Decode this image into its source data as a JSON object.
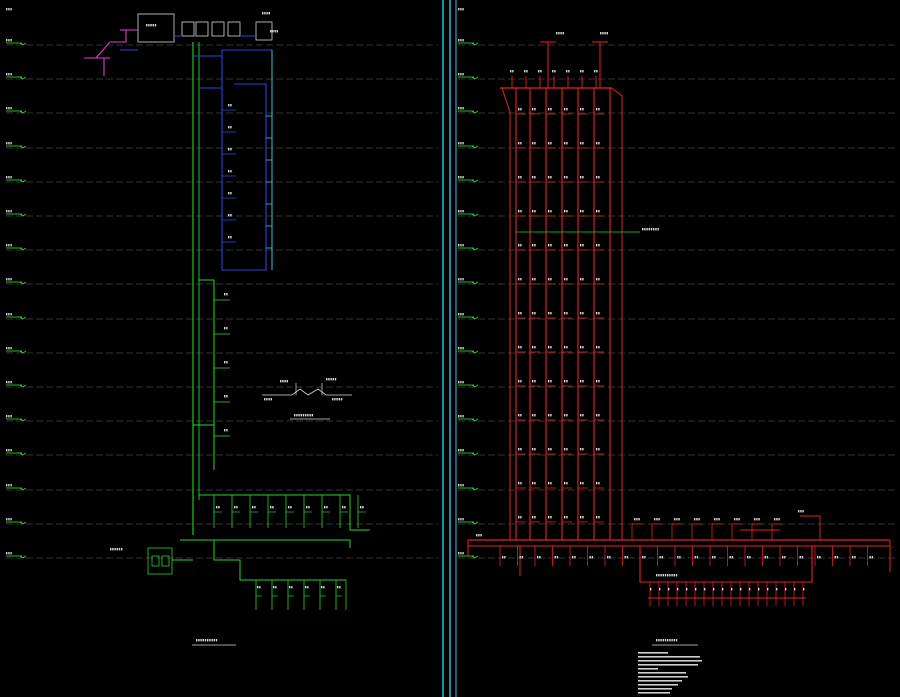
{
  "colors": {
    "background": "#000000",
    "level_line": "#6b6b6b",
    "level_mark": "#2ee62e",
    "divider": "#33c6e6",
    "supply": "#22d622",
    "upper_supply": "#2f3fe6",
    "cyan_riser": "#34c8d8",
    "fire_pipe": "#e8202a",
    "equipment": "#d9d9d9",
    "tank": "#e03fc8",
    "pump": "#22d622",
    "text": "#cfcfcf"
  },
  "views": [
    {
      "id": "water-supply-riser-diagram",
      "caption": "",
      "panel": "left"
    },
    {
      "id": "fire-hydrant-riser-diagram",
      "caption": "",
      "panel": "right"
    }
  ],
  "notes": {
    "lines": []
  }
}
